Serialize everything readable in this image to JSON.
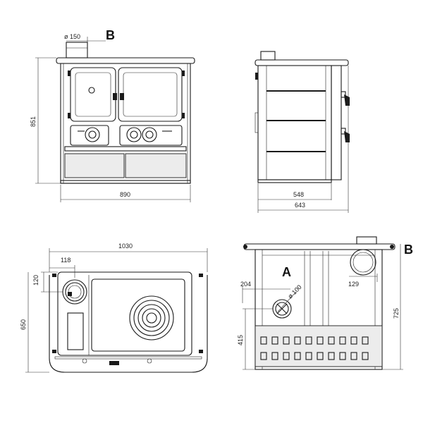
{
  "callouts": {
    "b": "B",
    "a": "A"
  },
  "front_view": {
    "flue_label": "ø 150",
    "height": "851",
    "width": "890"
  },
  "side_view": {
    "depth_inner": "548",
    "depth_total": "643"
  },
  "top_view": {
    "width": "1030",
    "depth": "650",
    "flue_offset_x": "118",
    "flue_offset_y": "120"
  },
  "rear_view": {
    "offset_a": "204",
    "flue_diameter": "ø 100",
    "offset_b": "129",
    "height_total": "725",
    "height_a": "415"
  }
}
